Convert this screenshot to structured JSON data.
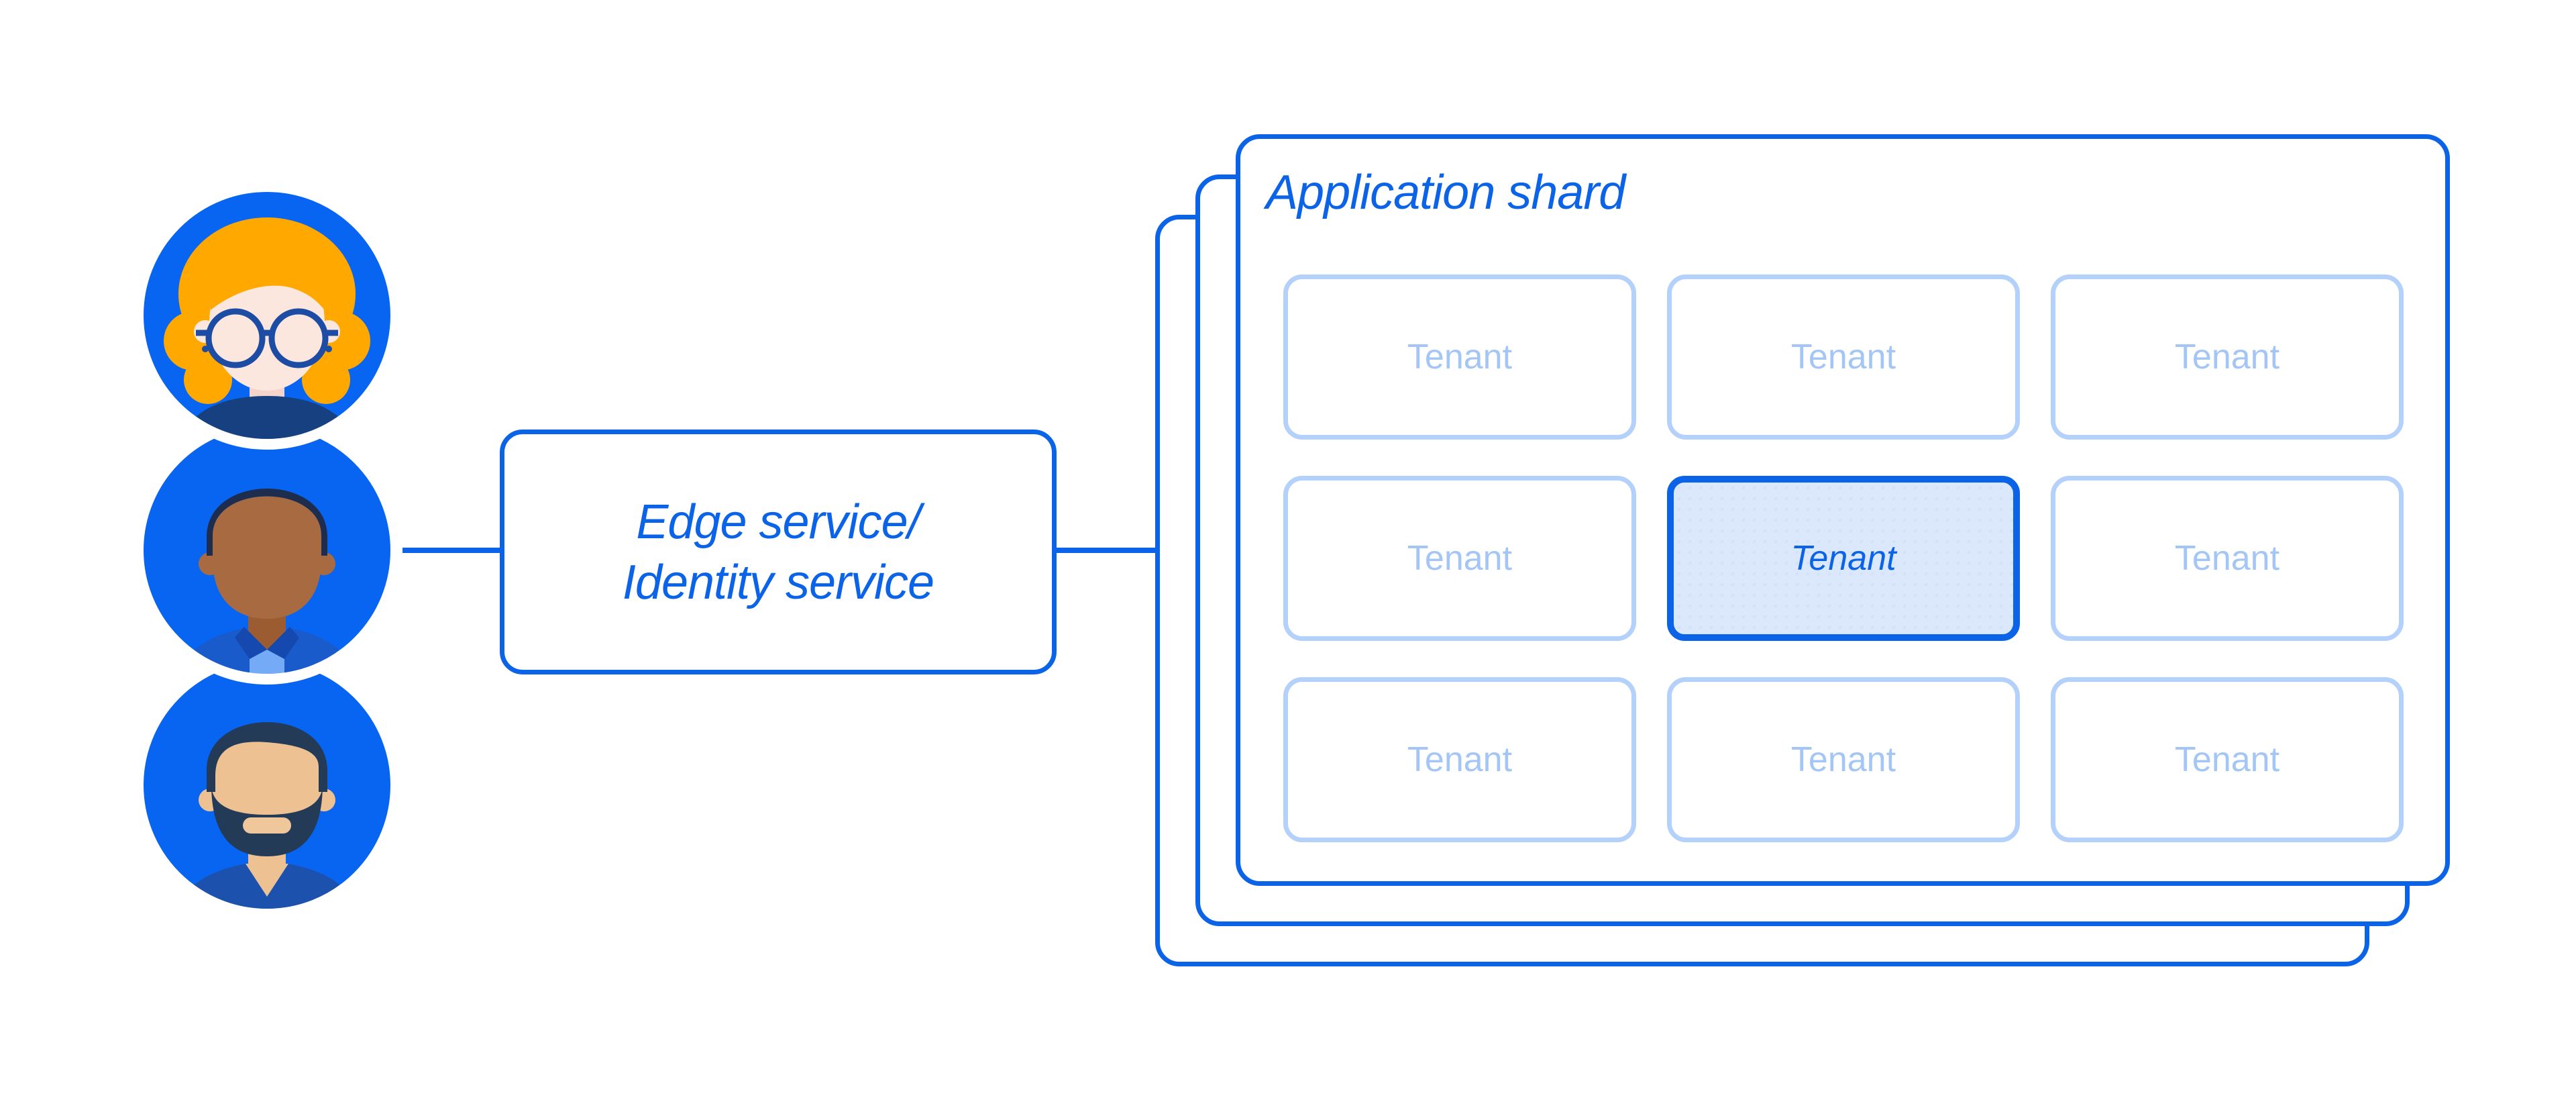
{
  "colors": {
    "page_bg": "#ffffff",
    "brand_blue": "#0b63e8",
    "avatar_blue": "#0765f2",
    "tenant_border": "#b3d1fa",
    "tenant_text": "#a3c6f7",
    "tenant_highlight_bg": "#dbe8fb",
    "hair_orange": "#ffa800",
    "skin_light": "#fce7df",
    "skin_light_shadow": "#f5d4cb",
    "skin_brown": "#a86a40",
    "neck_brown": "#9c5c32",
    "skin_tan": "#eec192",
    "mouth_tan": "#f0c79b",
    "navy_shirt": "#16407f",
    "navy_hair": "#243b58",
    "hair_dark": "#1e2c4e",
    "glasses_navy": "#1c4ca4",
    "jacket_blue": "#1a5bcc",
    "collar_blue": "#1549af",
    "shirt_light_blue": "#74aaf6",
    "sweater_blue": "#1c51ad"
  },
  "users": {
    "avatars": [
      {
        "name": "woman with glasses"
      },
      {
        "name": "man with short hair"
      },
      {
        "name": "man with beard"
      }
    ]
  },
  "edge_service": {
    "label_line1": "Edge service/",
    "label_line2": "Identity service"
  },
  "application_shard": {
    "title": "Application shard",
    "stacked_cards": 3,
    "highlighted_index": 4,
    "tenants": [
      {
        "label": "Tenant",
        "highlighted": false
      },
      {
        "label": "Tenant",
        "highlighted": false
      },
      {
        "label": "Tenant",
        "highlighted": false
      },
      {
        "label": "Tenant",
        "highlighted": false
      },
      {
        "label": "Tenant",
        "highlighted": true
      },
      {
        "label": "Tenant",
        "highlighted": false
      },
      {
        "label": "Tenant",
        "highlighted": false
      },
      {
        "label": "Tenant",
        "highlighted": false
      },
      {
        "label": "Tenant",
        "highlighted": false
      }
    ]
  }
}
